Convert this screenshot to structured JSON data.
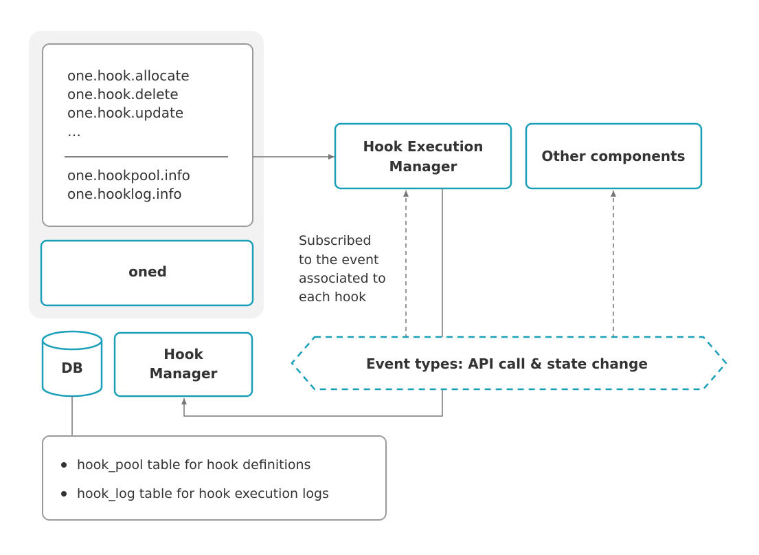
{
  "colors": {
    "accent": "#1a9fb8",
    "border_gray": "#9a9a9a",
    "panel_bg": "#f2f2f2",
    "arrow": "#777777",
    "text": "#333333"
  },
  "api_calls": {
    "group1": [
      "one.hook.allocate",
      "one.hook.delete",
      "one.hook.update",
      "…"
    ],
    "group2": [
      "one.hookpool.info",
      "one.hooklog.info"
    ]
  },
  "oned": {
    "label": "oned"
  },
  "hook_execution_manager": {
    "line1": "Hook Execution",
    "line2": "Manager"
  },
  "other_components": {
    "label": "Other components"
  },
  "subscribed_note": [
    "Subscribed",
    "to the event",
    "associated to",
    "each hook"
  ],
  "event_types": {
    "label": "Event types: API call & state change"
  },
  "db": {
    "label": "DB"
  },
  "hook_manager": {
    "line1": "Hook",
    "line2": "Manager"
  },
  "db_tables": [
    "hook_pool table for hook definitions",
    "hook_log table for hook execution logs"
  ]
}
